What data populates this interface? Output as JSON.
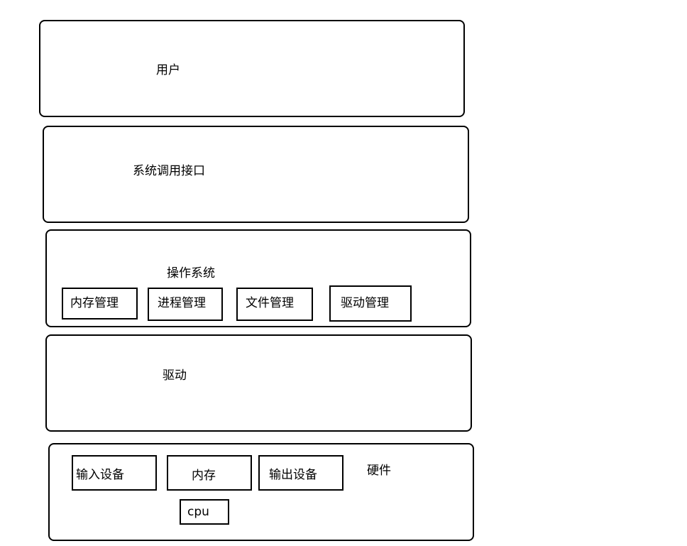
{
  "layers": {
    "user": {
      "label": "用户"
    },
    "syscall": {
      "label": "系统调用接口"
    },
    "os": {
      "label": "操作系统",
      "modules": {
        "memory": "内存管理",
        "process": "进程管理",
        "file": "文件管理",
        "driver": "驱动管理"
      }
    },
    "driver": {
      "label": "驱动"
    },
    "hardware": {
      "label": "硬件",
      "devices": {
        "input": "输入设备",
        "memory": "内存",
        "output": "输出设备",
        "cpu": "cpu"
      }
    }
  },
  "colors": {
    "stroke": "#000000",
    "background": "#ffffff"
  }
}
